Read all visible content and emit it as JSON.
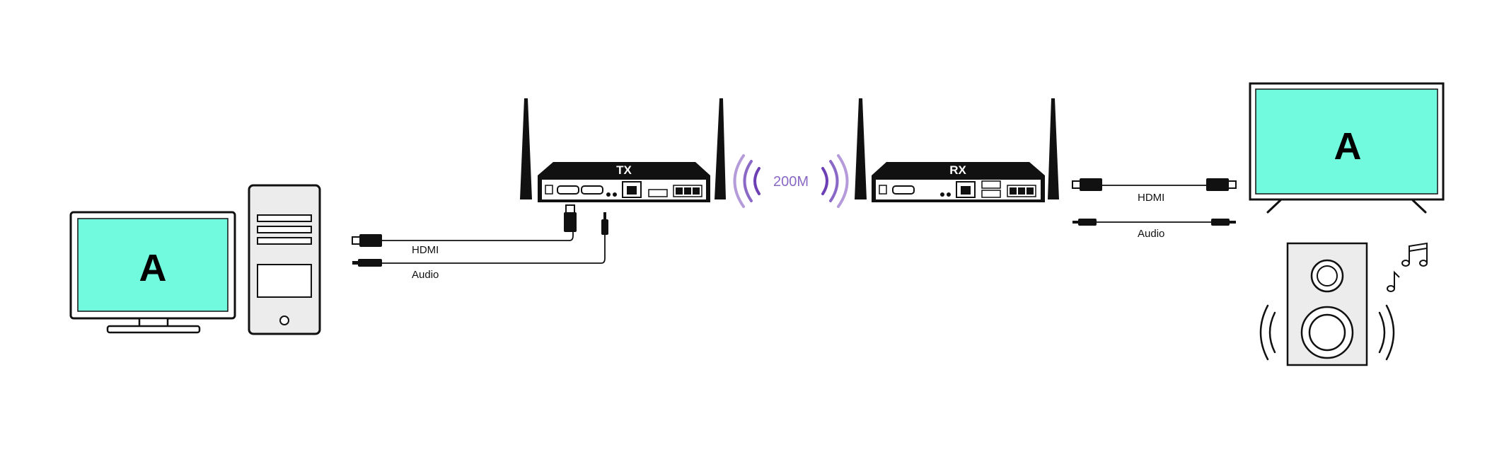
{
  "source_pc": {
    "screen_letter": "A"
  },
  "source_cables": {
    "hdmi_label": "HDMI",
    "audio_label": "Audio"
  },
  "transmitter": {
    "label": "TX"
  },
  "wireless": {
    "distance": "200M"
  },
  "receiver": {
    "label": "RX"
  },
  "output_cables": {
    "hdmi_label": "HDMI",
    "audio_label": "Audio"
  },
  "tv": {
    "screen_letter": "A"
  },
  "colors": {
    "screen": "#72FADF",
    "signal_dark": "#6D3FB5",
    "signal_light": "#B59BD9",
    "device_body": "#111111"
  }
}
